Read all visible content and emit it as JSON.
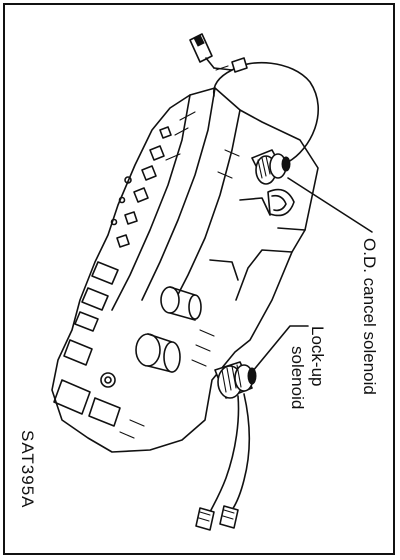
{
  "labels": {
    "od_cancel_solenoid": "O.D. cancel solenoid",
    "lock_up_solenoid_line1": "Lock-up",
    "lock_up_solenoid_line2": "solenoid",
    "figure_code": "SAT395A"
  },
  "colors": {
    "ink": "#111111",
    "paper": "#ffffff"
  }
}
